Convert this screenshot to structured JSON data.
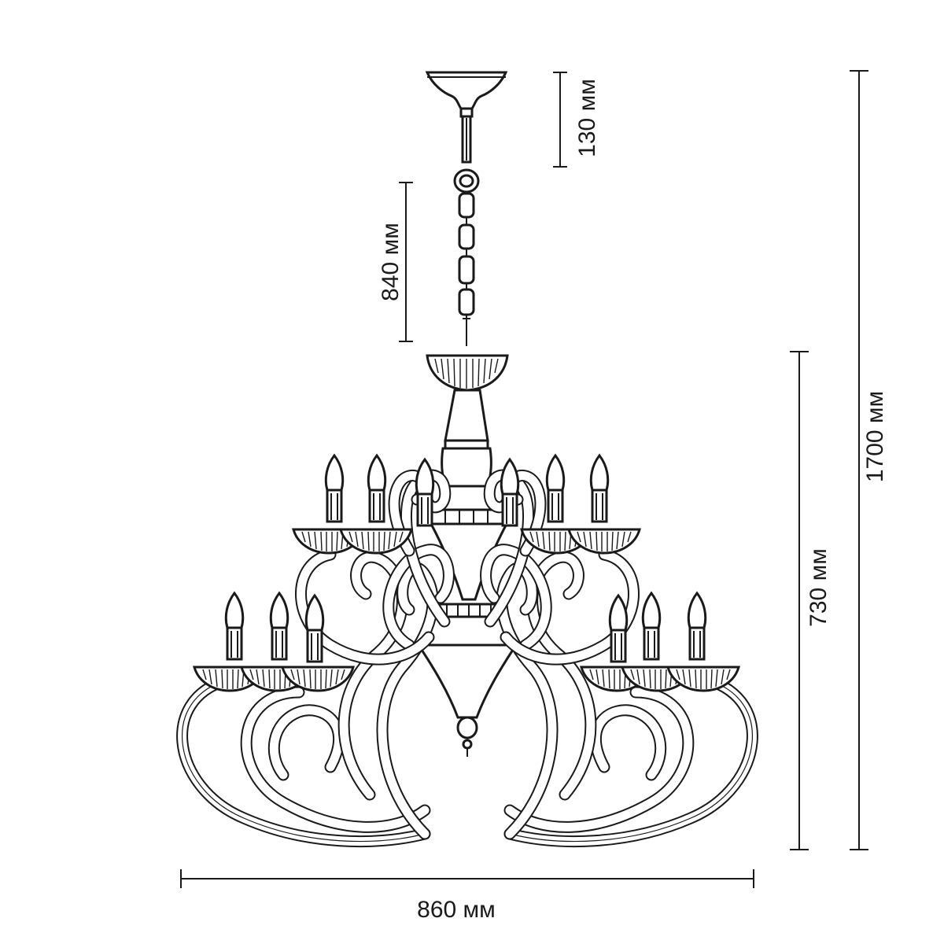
{
  "dimensions": {
    "canopy_height": "130 мм",
    "chain_length": "840 мм",
    "total_height": "1700 мм",
    "body_height": "730 мм",
    "width": "860 мм"
  }
}
